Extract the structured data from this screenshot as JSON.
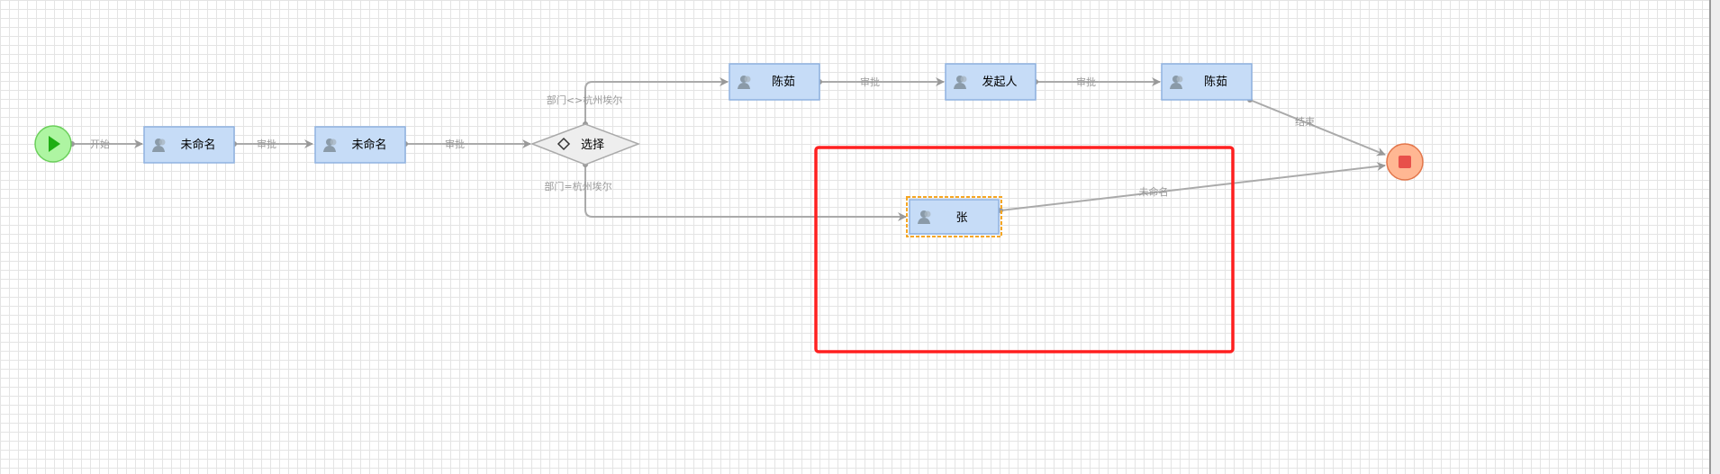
{
  "nodes": {
    "start": {
      "type": "start"
    },
    "task1": {
      "label": "未命名"
    },
    "task2": {
      "label": "未命名"
    },
    "gateway": {
      "label": "选择"
    },
    "task3": {
      "label": "陈茹"
    },
    "task4": {
      "label": "发起人"
    },
    "task5": {
      "label": "陈茹"
    },
    "task6": {
      "label": "张"
    },
    "end": {
      "type": "end"
    }
  },
  "edges": {
    "e1": "开始",
    "e2": "审批",
    "e3": "审批",
    "e4": "部门<>杭州埃尔",
    "e5": "部门=杭州埃尔",
    "e6": "审批",
    "e7": "审批",
    "e8": "结束",
    "e9": "未命名"
  },
  "colors": {
    "task_fill": "#c6dcf7",
    "task_stroke": "#8fb2e0",
    "highlight": "#ff2020",
    "selected": "#f5a623"
  }
}
